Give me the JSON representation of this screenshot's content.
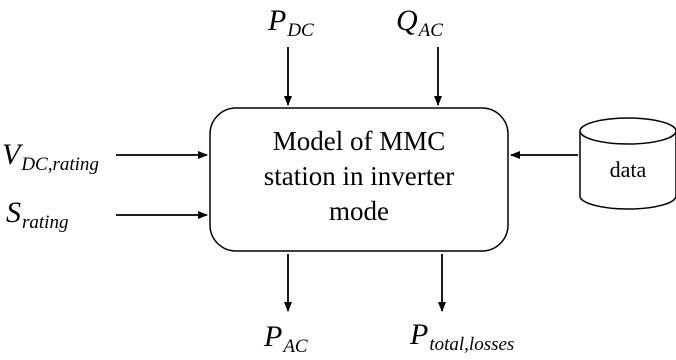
{
  "box": {
    "line1": "Model of MMC",
    "line2": "station in inverter",
    "line3": "mode"
  },
  "storage": {
    "label": "data"
  },
  "inputs": {
    "p_dc": {
      "main": "P",
      "sub": "DC"
    },
    "q_ac": {
      "main": "Q",
      "sub": "AC"
    },
    "v_dc_rating": {
      "main": "V",
      "sub": "DC,rating"
    },
    "s_rating": {
      "main": "S",
      "sub": "rating"
    }
  },
  "outputs": {
    "p_ac": {
      "main": "P",
      "sub": "AC"
    },
    "p_total_losses": {
      "main": "P",
      "sub": "total,losses"
    }
  }
}
